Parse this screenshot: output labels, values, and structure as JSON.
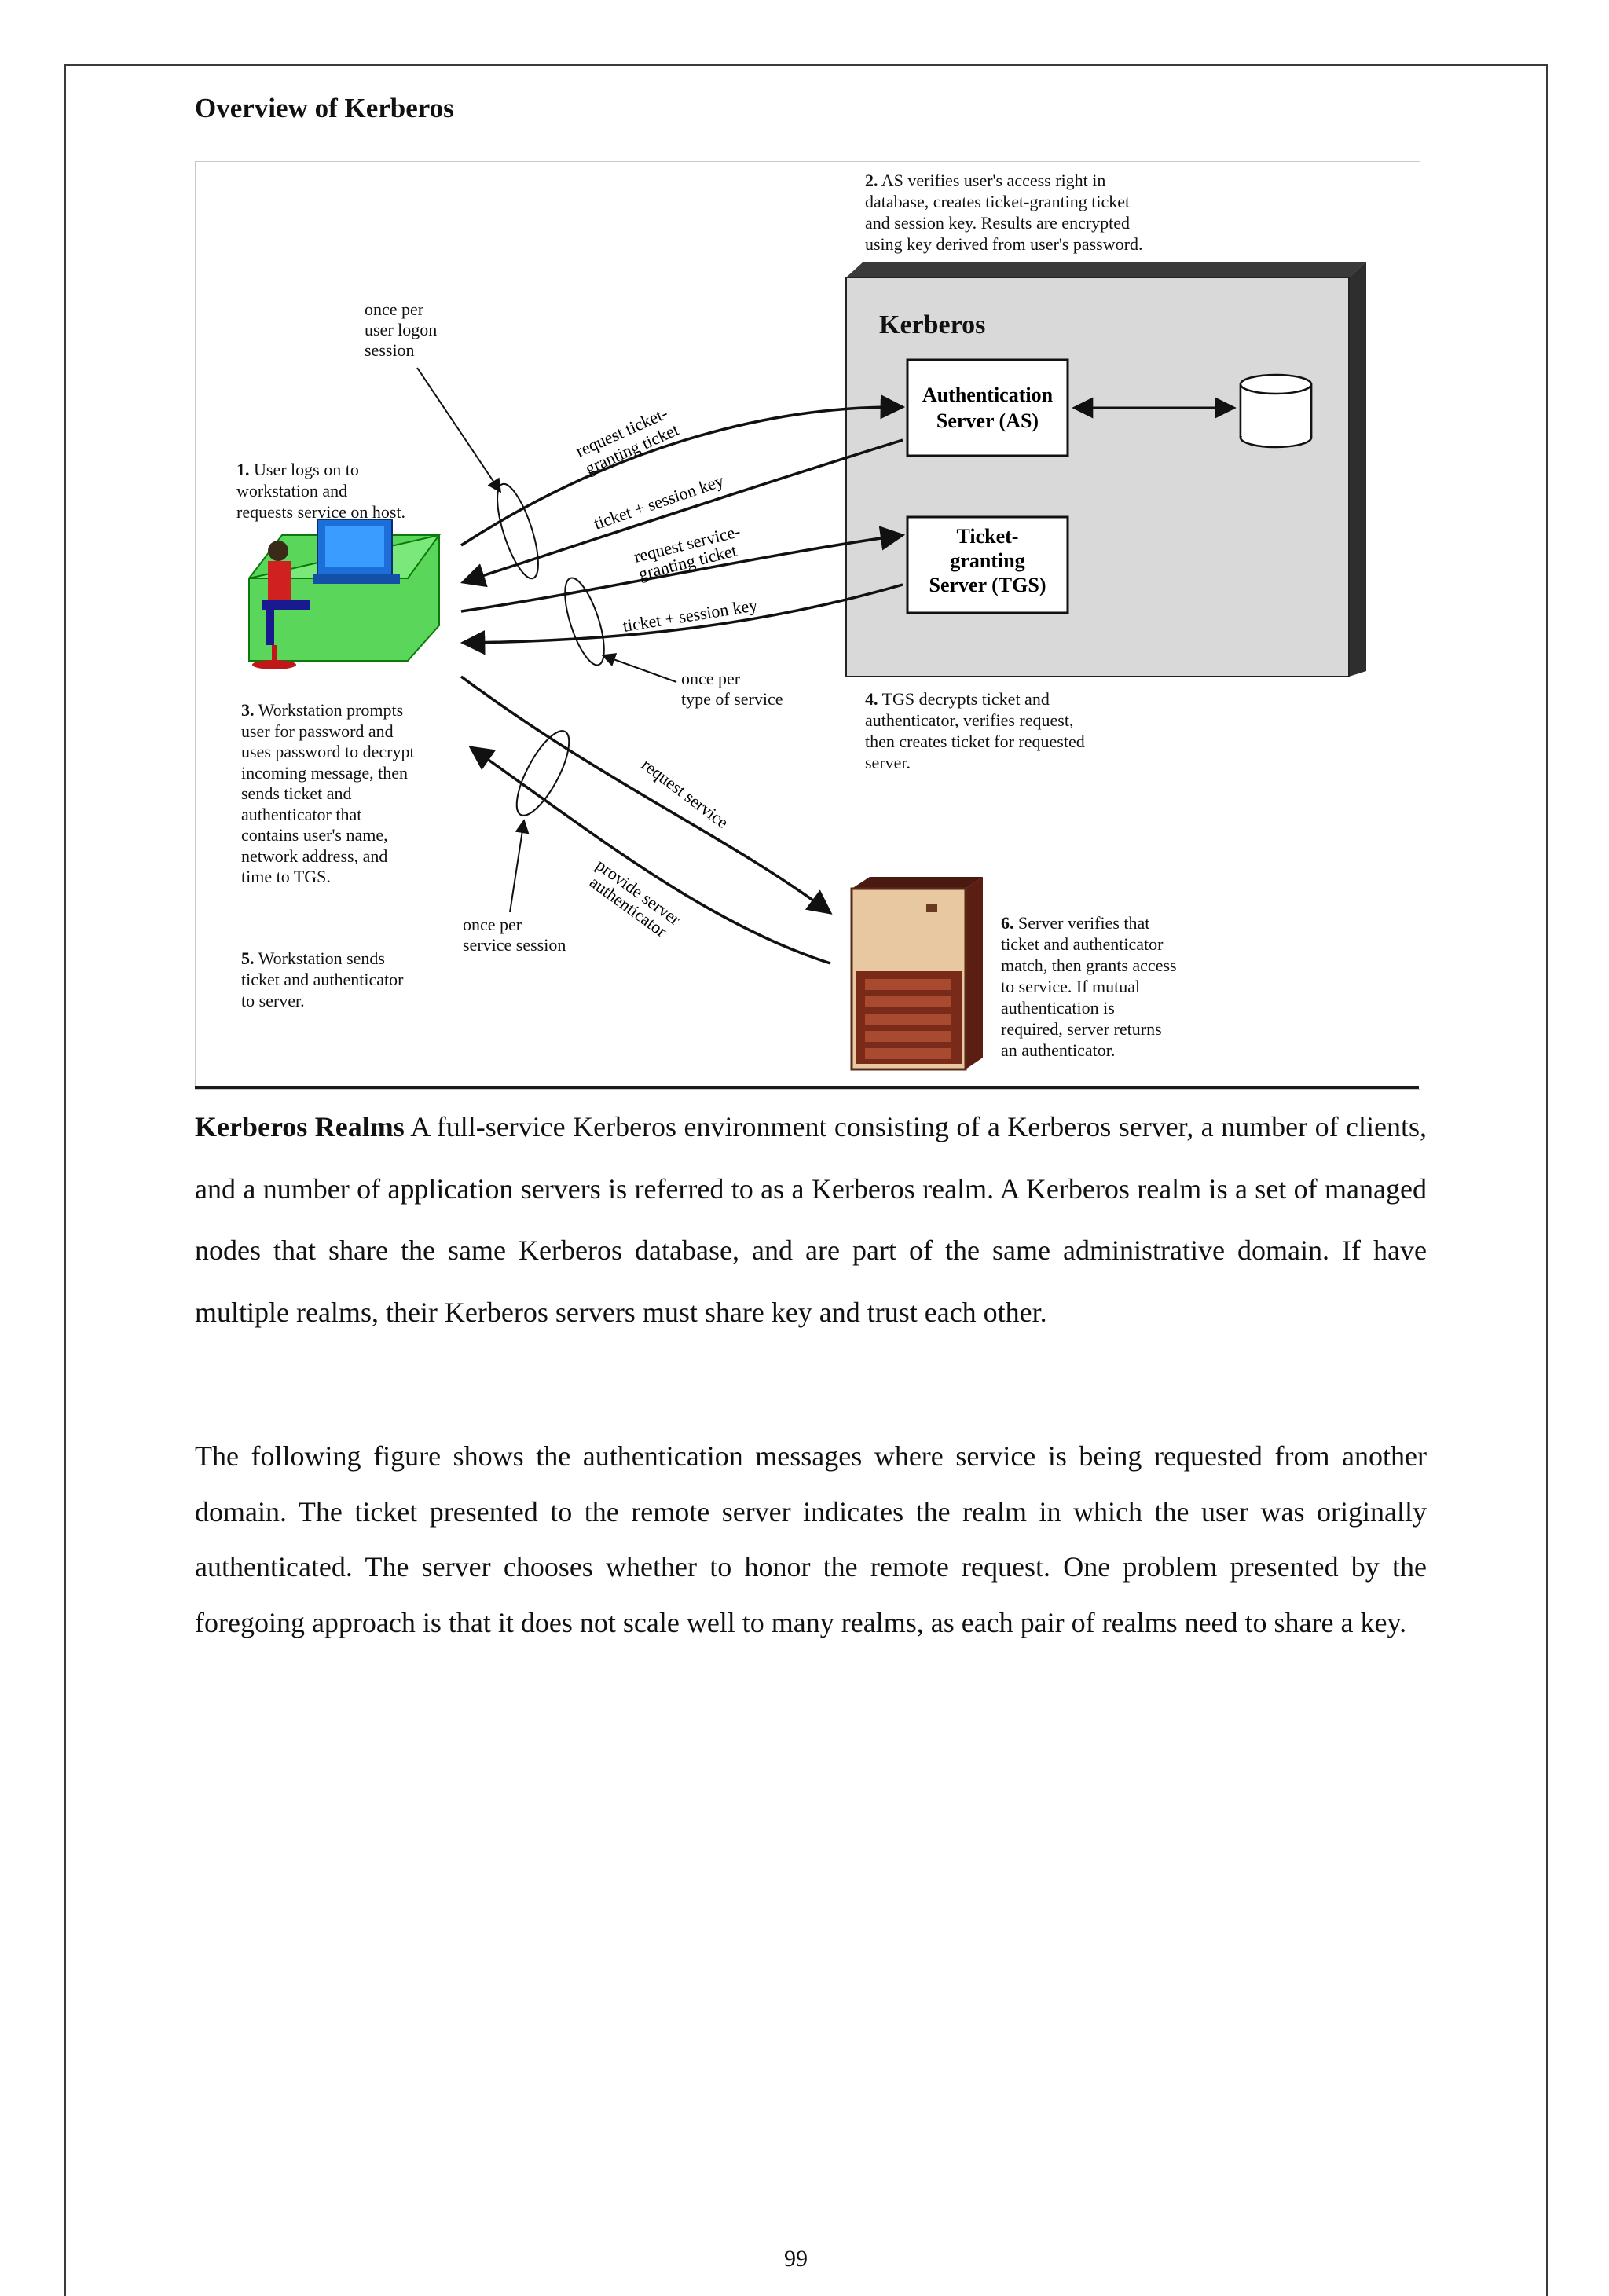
{
  "page": {
    "title": "Overview of Kerberos",
    "page_number": "99"
  },
  "figure": {
    "kerberos_label": "Kerberos",
    "as_label_line1": "Authentication",
    "as_label_line2": "Server (AS)",
    "tgs_label_line1": "Ticket-",
    "tgs_label_line2": "granting",
    "tgs_label_line3": "Server (TGS)",
    "step1_num": "1.",
    "step1_text": [
      " User logs on to",
      "workstation and",
      "requests service on host."
    ],
    "step2_num": "2.",
    "step2_text": [
      " AS verifies user's access right in",
      "database, creates ticket-granting ticket",
      "and session key. Results are encrypted",
      "using key derived from user's password."
    ],
    "step3_num": "3.",
    "step3_text": [
      " Workstation prompts",
      "user for password and",
      "uses password to decrypt",
      "incoming message, then",
      "sends ticket and",
      "authenticator that",
      "contains user's name,",
      "network address, and",
      "time to TGS."
    ],
    "step4_num": "4.",
    "step4_text": [
      " TGS decrypts ticket and",
      "authenticator, verifies request,",
      "then creates ticket for requested",
      "server."
    ],
    "step5_num": "5.",
    "step5_text": [
      " Workstation sends",
      "ticket and authenticator",
      "to server."
    ],
    "step6_num": "6.",
    "step6_text": [
      " Server verifies that",
      "ticket and authenticator",
      "match, then grants access",
      "to service. If mutual",
      "authentication is",
      "required, server returns",
      "an authenticator."
    ],
    "once_logon": [
      "once per",
      "user logon",
      "session"
    ],
    "once_service_type": [
      "once per",
      "type of service"
    ],
    "once_service_session": [
      "once per",
      "service session"
    ],
    "arrow_request_tgt": [
      "request ticket-",
      "granting ticket"
    ],
    "arrow_ticket_key_1": "ticket + session key",
    "arrow_request_sgt": [
      "request service-",
      "granting ticket"
    ],
    "arrow_ticket_key_2": "ticket + session key",
    "arrow_request_service": "request service",
    "arrow_provide_auth": [
      "provide server",
      "authenticator"
    ]
  },
  "body": {
    "realms_heading": "Kerberos Realms",
    "realms_text": " A full-service Kerberos environment consisting of a Kerberos server, a number of clients, and a number of application servers is referred to as a Kerberos realm. A Kerberos realm is a set of managed nodes that share the same Kerberos database, and are part of the same administrative domain. If have multiple realms, their Kerberos servers must share key and trust each other.",
    "following_text": "The following figure shows the authentication messages where service is being requested from another domain. The ticket presented to the remote server indicates the realm in which the user was originally authenticated. The server chooses whether to honor the remote request. One problem presented by the foregoing approach is that it does not scale well to many realms, as each pair of realms need to share a key."
  }
}
